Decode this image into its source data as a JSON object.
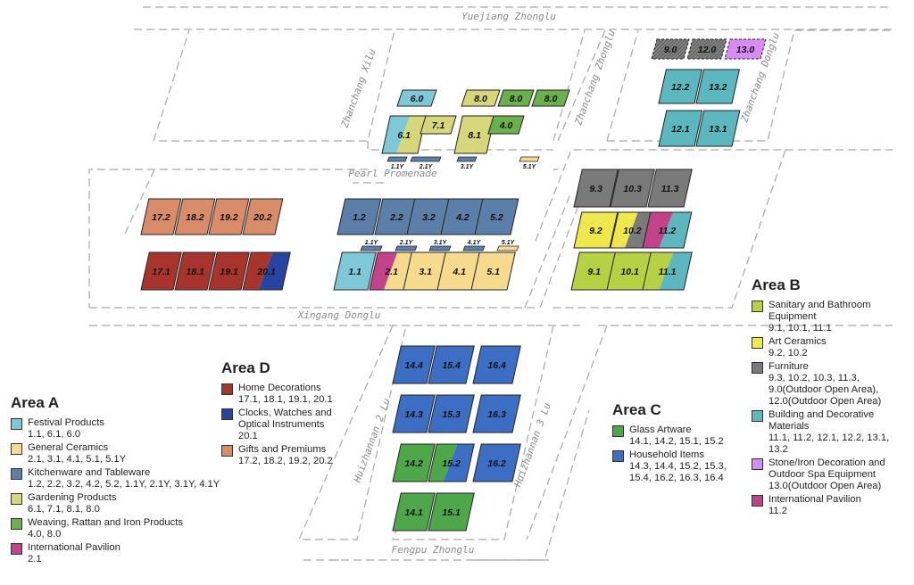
{
  "roads": {
    "yuejiang": "Yuejiang Zhonglu",
    "zhanchang_xilu": "Zhanchang Xilu",
    "zhanchang_zhonglu": "Zhanchang Zhonglu",
    "zhanchang_donglu": "Zhanchang Donglu",
    "pearl_promenade": "Pearl Promenade",
    "xingang_donglu": "Xingang Donglu",
    "huizhannan_2": "Huizhannan 2 Lu",
    "huizhannan_3": "Huizhannan 3 Lu",
    "fengpu": "Fengpu Zhonglu"
  },
  "colors": {
    "festival": "#7ec8d8",
    "ceramics": "#f6db8e",
    "kitchen": "#5b7fa8",
    "gardening": "#d6d67c",
    "weaving": "#6ab04c",
    "intl": "#c2438a",
    "home_dec": "#a8342e",
    "clocks": "#2745a0",
    "gifts": "#d98c6a",
    "glass": "#4ea84a",
    "household": "#3c6fc4",
    "sanitary": "#b8d144",
    "art_ceramics": "#eee84e",
    "furniture": "#7a7a7a",
    "building": "#5cb7bf",
    "stone": "#d88af5"
  },
  "halls": {
    "h6_0": "6.0",
    "h8_0a": "8.0",
    "h8_0b": "8.0",
    "h8_0c": "8.0",
    "h6_1": "6.1",
    "h7_1": "7.1",
    "h8_1": "8.1",
    "h4_0": "4.0",
    "s1_1y": "1.1Y",
    "s2_1y": "2.1Y",
    "s3_1y": "3.1Y",
    "s5_1y": "5.1Y",
    "h9_0": "9.0",
    "h12_0": "12.0",
    "h13_0": "13.0",
    "h12_2": "12.2",
    "h13_2": "13.2",
    "h12_1": "12.1",
    "h13_1": "13.1",
    "h17_2": "17.2",
    "h18_2": "18.2",
    "h19_2": "19.2",
    "h20_2": "20.2",
    "h17_1": "17.1",
    "h18_1": "18.1",
    "h19_1": "19.1",
    "h20_1": "20.1",
    "h1_2": "1.2",
    "h2_2": "2.2",
    "h3_2": "3.2",
    "h4_2": "4.2",
    "h5_2": "5.2",
    "h1_1": "1.1",
    "h2_1": "2.1",
    "h3_1": "3.1",
    "h4_1": "4.1",
    "h5_1": "5.1",
    "m1_1y": "1.1Y",
    "m2_1y": "2.1Y",
    "m3_1y": "3.1Y",
    "m4_1y": "4.1Y",
    "m5_1y": "5.1Y",
    "h9_3": "9.3",
    "h10_3": "10.3",
    "h11_3": "11.3",
    "h9_2": "9.2",
    "h10_2": "10.2",
    "h11_2": "11.2",
    "h9_1": "9.1",
    "h10_1": "10.1",
    "h11_1": "11.1",
    "h14_4": "14.4",
    "h15_4": "15.4",
    "h16_4": "16.4",
    "h14_3": "14.3",
    "h15_3": "15.3",
    "h16_3": "16.3",
    "h14_2": "14.2",
    "h15_2": "15.2",
    "h16_2": "16.2",
    "h14_1": "14.1",
    "h15_1": "15.1"
  },
  "legend_a": {
    "title": "Area A",
    "items": [
      {
        "name": "Festival Products",
        "halls": "1.1, 6.1, 6.0"
      },
      {
        "name": "General Ceramics",
        "halls": "2.1, 3.1, 4.1, 5.1, 5.1Y"
      },
      {
        "name": "Kitchenware and Tableware",
        "halls": "1.2, 2.2, 3.2, 4.2, 5.2, 1.1Y, 2.1Y, 3.1Y, 4.1Y"
      },
      {
        "name": "Gardening Products",
        "halls": "6.1, 7.1, 8.1, 8.0"
      },
      {
        "name": "Weaving, Rattan and Iron Products",
        "halls": "4.0, 8.0"
      },
      {
        "name": "International Pavilion",
        "halls": "2.1"
      }
    ]
  },
  "legend_d": {
    "title": "Area D",
    "items": [
      {
        "name": "Home Decorations",
        "halls": "17.1, 18.1, 19.1, 20.1"
      },
      {
        "name": "Clocks, Watches and Optical Instruments",
        "halls": "20.1"
      },
      {
        "name": "Gifts and Premiums",
        "halls": "17.2, 18.2, 19.2, 20.2"
      }
    ]
  },
  "legend_c": {
    "title": "Area C",
    "items": [
      {
        "name": "Glass Artware",
        "halls": "14.1, 14.2, 15.1, 15.2"
      },
      {
        "name": "Household Items",
        "halls": "14.3, 14.4, 15.2, 15.3, 15.4, 16.2, 16.3, 16.4"
      }
    ]
  },
  "legend_b": {
    "title": "Area B",
    "items": [
      {
        "name": "Sanitary and Bathroom Equipment",
        "halls": "9.1, 10.1, 11.1"
      },
      {
        "name": "Art Ceramics",
        "halls": "9.2, 10.2"
      },
      {
        "name": "Furniture",
        "halls": "9.3, 10.2, 10.3, 11.3, 9.0(Outdoor Open Area), 12.0(Outdoor Open Area)"
      },
      {
        "name": "Building and Decorative Materials",
        "halls": "11.1, 11.2, 12.1, 12.2, 13.1, 13.2"
      },
      {
        "name": "Stone/Iron Decoration and Outdoor Spa Equipment",
        "halls": "13.0(Outdoor Open Area)"
      },
      {
        "name": "International Pavilion",
        "halls": "11.2"
      }
    ]
  }
}
